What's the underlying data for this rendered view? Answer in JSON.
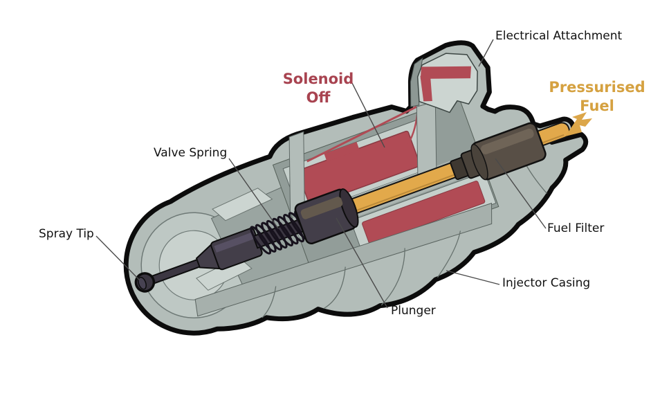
{
  "diagram": {
    "labels": {
      "electrical_attachment": "Electrical Attachment",
      "valve_spring": "Valve Spring",
      "spray_tip": "Spray Tip",
      "fuel_filter": "Fuel Filter",
      "injector_casing": "Injector Casing",
      "plunger": "Plunger",
      "solenoid_state": {
        "line1": "Solenoid",
        "line2": "Off"
      },
      "pressurised_fuel": {
        "line1": "Pressurised",
        "line2": "Fuel"
      }
    },
    "colors": {
      "part_label": "#111111",
      "solenoid_label": "#a84350",
      "fuel_label": "#d5a140",
      "outline": "#0c0c0c",
      "casing_fill": "#b3bdb9",
      "cut_face": "#929d99",
      "interior_panel": "#c5cfcb",
      "solenoid_coil": "#b14b55",
      "fuel_line": "#e2a94b",
      "plunger_dark": "#433e49",
      "filter_dark": "#584f46",
      "leader_line": "#4a4a4a",
      "arrow_gold": "#dca649"
    }
  }
}
